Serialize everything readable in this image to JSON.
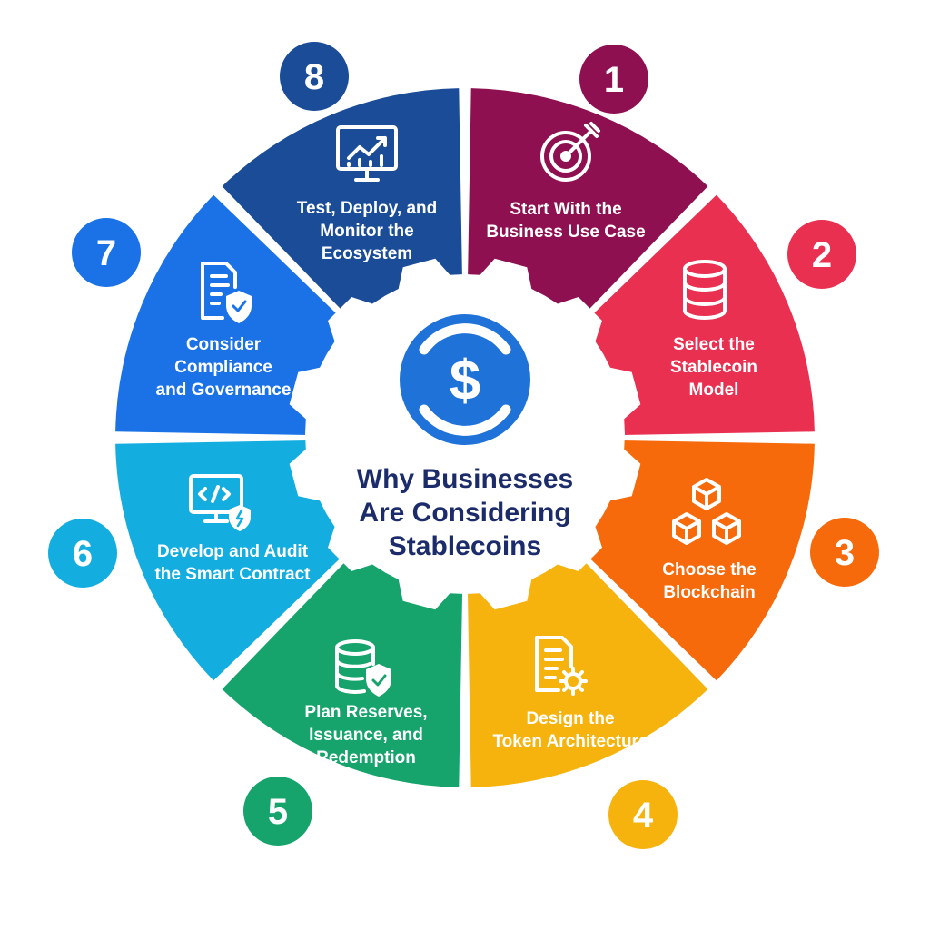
{
  "center": {
    "title_lines": [
      "Why Businesses",
      "Are Considering",
      "Stablecoins"
    ],
    "icon": "dollar-coin-icon"
  },
  "steps": [
    {
      "number": "1",
      "lines": [
        "Start With the",
        "Business Use Case"
      ],
      "icon": "target-icon",
      "color": "#8e1050"
    },
    {
      "number": "2",
      "lines": [
        "Select the",
        "Stablecoin",
        "Model"
      ],
      "icon": "coin-stack-icon",
      "color": "#ea3050"
    },
    {
      "number": "3",
      "lines": [
        "Choose the",
        "Blockchain"
      ],
      "icon": "blocks-icon",
      "color": "#f66a0c"
    },
    {
      "number": "4",
      "lines": [
        "Design the",
        "Token Architecture"
      ],
      "icon": "document-gear-icon",
      "color": "#f6b30e"
    },
    {
      "number": "5",
      "lines": [
        "Plan Reserves,",
        "Issuance, and",
        "Redemption"
      ],
      "icon": "database-shield-icon",
      "color": "#16a46c"
    },
    {
      "number": "6",
      "lines": [
        "Develop and Audit",
        "the Smart Contract"
      ],
      "icon": "code-monitor-icon",
      "color": "#14ade0"
    },
    {
      "number": "7",
      "lines": [
        "Consider",
        "Compliance",
        "and Governance"
      ],
      "icon": "document-shield-icon",
      "color": "#1a72e6"
    },
    {
      "number": "8",
      "lines": [
        "Test, Deploy, and",
        "Monitor the",
        "Ecosystem"
      ],
      "icon": "chart-monitor-icon",
      "color": "#1a4c98"
    }
  ]
}
